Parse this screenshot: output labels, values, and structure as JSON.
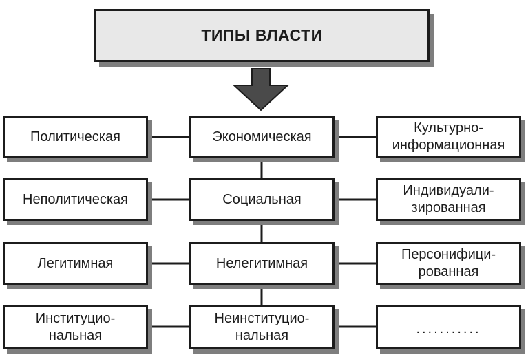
{
  "title": "ТИПЫ ВЛАСТИ",
  "arrow_icon": "down-arrow-icon",
  "colors": {
    "border": "#1c1c1c",
    "shadow": "#7e7e7e",
    "title_fill": "#e8e8e8"
  },
  "columns": [
    {
      "items": [
        "Политическая",
        "Неполитическая",
        "Легитимная",
        "Институцио-\nнальная"
      ]
    },
    {
      "items": [
        "Экономическая",
        "Социальная",
        "Нелегитимная",
        "Неинституцио-\nнальная"
      ]
    },
    {
      "items": [
        "Культурно-\nинформационная",
        "Индивидуали-\nзированная",
        "Персонифици-\nрованная",
        "..........."
      ]
    }
  ]
}
